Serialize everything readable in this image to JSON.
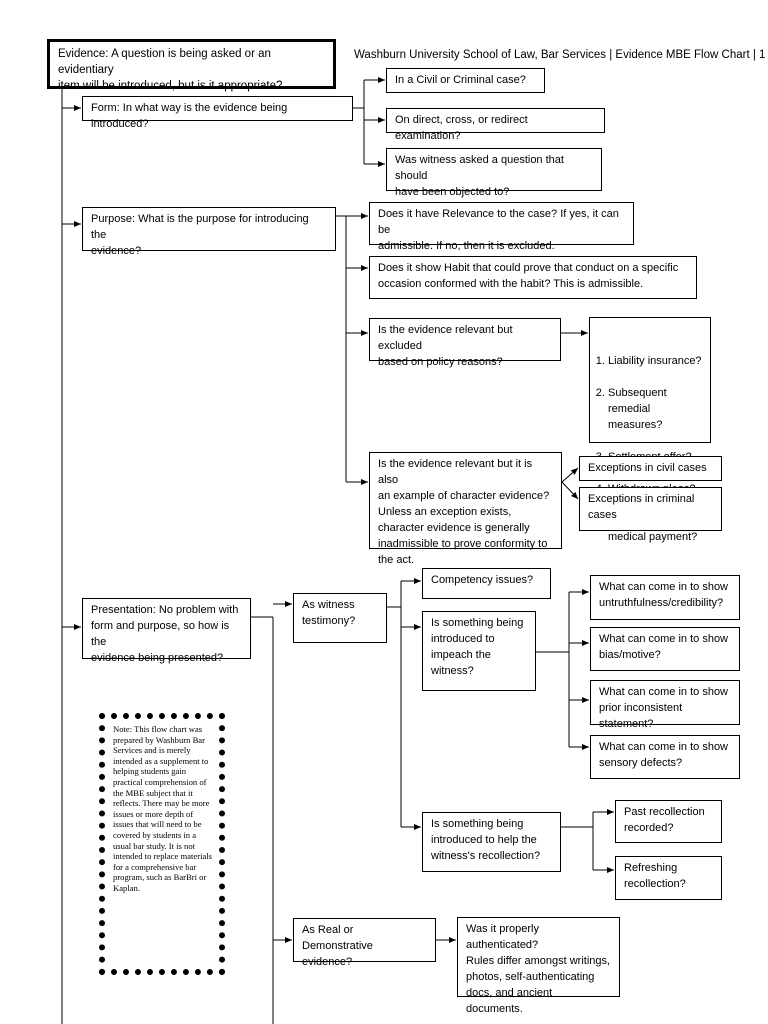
{
  "header": {
    "title": "Washburn University School of Law, Bar Services | Evidence MBE Flow Chart | 1"
  },
  "root": "Evidence:  A question is being asked or an evidentiary\nitem will be introduced, but is it appropriate?",
  "form": {
    "label": "Form:  In what way is the evidence being introduced?",
    "children": [
      "In a Civil or Criminal case?",
      "On direct, cross, or redirect examination?",
      "Was witness asked a question that should\nhave been objected to?"
    ]
  },
  "purpose": {
    "label": "Purpose:  What is the purpose for introducing the\nevidence?",
    "relevance": "Does it have Relevance to the case? If yes, it can be\nadmissible.  If no, then it is excluded.",
    "habit": "Does it show Habit that could prove that conduct on a specific\noccasion conformed with the habit?  This is admissible.",
    "policy": {
      "label": "Is the evidence relevant but excluded\nbased on policy reasons?",
      "list": [
        "Liability insurance?",
        "Subsequent\nremedial\nmeasures?",
        "Settlement offer?",
        "Withdrawn pleas?",
        "Evidence of\nmedical payment?"
      ]
    },
    "character": {
      "label": "Is the evidence relevant but it is also\nan example of character evidence?\nUnless an exception exists,\ncharacter evidence is generally\ninadmissible to prove conformity to\nthe act.",
      "civil": "Exceptions in civil cases",
      "criminal": "Exceptions in criminal\ncases"
    }
  },
  "presentation": {
    "label": "Presentation:  No problem with\nform and purpose, so how is the\nevidence being presented?",
    "witness": {
      "label": "As witness\ntestimony?",
      "competency": "Competency issues?",
      "impeach": {
        "label": "Is something being\nintroduced to\nimpeach the\nwitness?",
        "children": [
          "What can come in to show\nuntruthfulness/credibility?",
          "What can come in to show\nbias/motive?",
          "What can come in to show\nprior inconsistent statement?",
          "What can come in to show\nsensory defects?"
        ]
      },
      "recollection": {
        "label": "Is something being\nintroduced to help the\nwitness's recollection?",
        "children": [
          "Past recollection\nrecorded?",
          "Refreshing\nrecollection?"
        ]
      }
    },
    "real": {
      "label": "As Real or Demonstrative\nevidence?",
      "child": "Was it properly authenticated?\nRules differ amongst writings,\nphotos, self-authenticating\ndocs, and ancient documents."
    }
  },
  "note": "Note:  This flow chart was prepared by Washburn Bar Services and is merely intended as a supplement to helping students  gain practical comprehension of the MBE subject that it reflects.  There may be more issues or more depth of issues that will need to be covered by students in a usual bar study.  It is not intended to replace materials for a comprehensive bar program, such as BarBri or Kaplan."
}
